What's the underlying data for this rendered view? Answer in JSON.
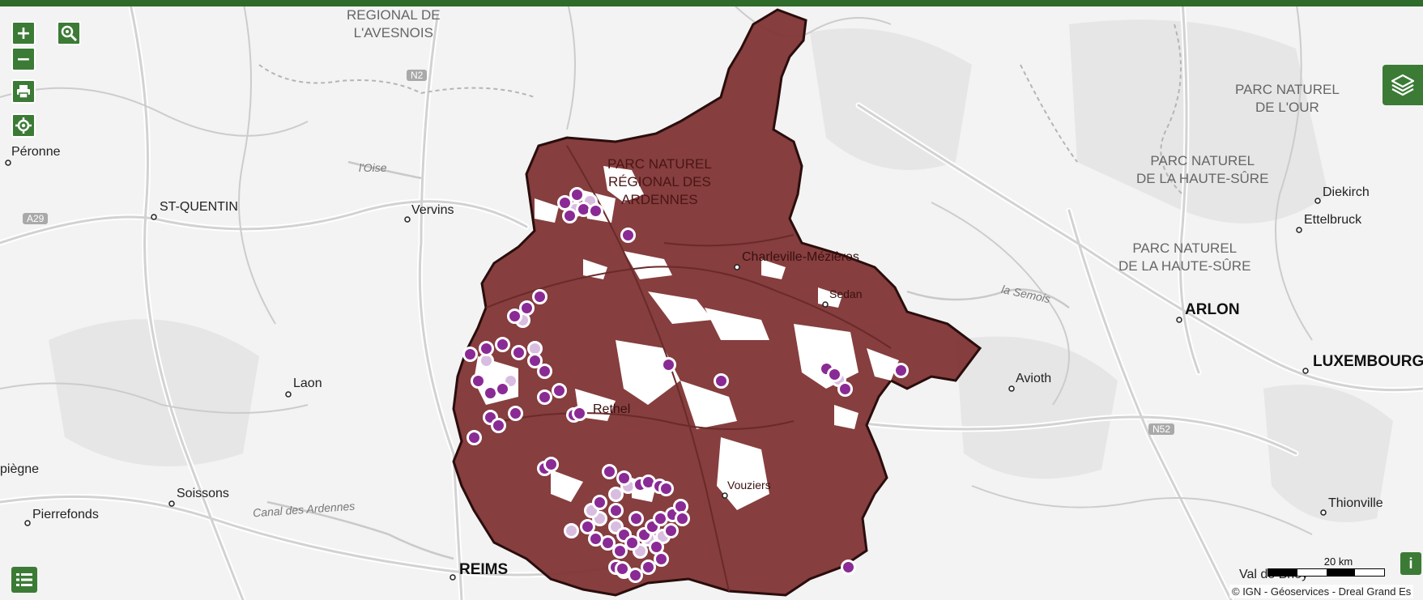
{
  "colors": {
    "topbar": "#2f6b2a",
    "control": "#3b7b35",
    "polygon_fill": "#7f3434",
    "polygon_stroke": "#2a0d0d",
    "marker": "#8a2a95",
    "marker_faint": "#d9bde0"
  },
  "controls": {
    "zoom_in": "+",
    "zoom_out": "−",
    "search_icon": "zoom-search-icon",
    "print_icon": "print-icon",
    "locate_icon": "locate-icon",
    "layers_icon": "layers-icon",
    "legend_icon": "list-icon",
    "info_label": "i"
  },
  "scale_label": "20 km",
  "attribution": "© IGN - Géoservices - Dreal Grand Es",
  "labels": {
    "regional_avesnois": "REGIONAL DE\nL'AVESNOIS",
    "peronne": "Péronne",
    "st_quentin": "ST-QUENTIN",
    "vervins": "Vervins",
    "oise": "l'Oise",
    "a29": "A29",
    "n2": "N2",
    "laon": "Laon",
    "compiegne": "piègne",
    "soissons": "Soissons",
    "pierrefonds": "Pierrefonds",
    "canal": "Canal des Ardennes",
    "reims": "REIMS",
    "parc_ardennes": "PARC NATUREL\nRÉGIONAL DES\nARDENNES",
    "charleville": "Charleville-Mézières",
    "sedan": "Sedan",
    "rethel": "Rethel",
    "vouziers": "Vouziers",
    "semois": "la Semois",
    "avioth": "Avioth",
    "parc_our": "PARC NATUREL\nDE L'OUR",
    "parc_haute_sure_1": "PARC NATUREL\nDE LA HAUTE-SÛRE",
    "parc_haute_sure_2": "PARC NATUREL\nDE LA HAUTE-SÛRE",
    "diekirch": "Diekirch",
    "ettelbruck": "Ettelbruck",
    "arlon": "ARLON",
    "luxembourg": "LUXEMBOURG",
    "n52": "N52",
    "thionville": "Thionville",
    "val_de_briey": "Val de Briey"
  }
}
